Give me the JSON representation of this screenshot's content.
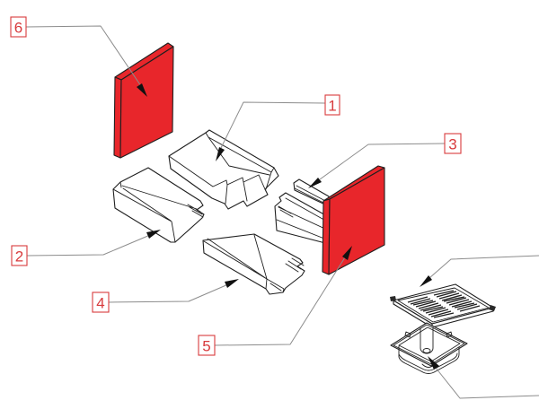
{
  "diagram": {
    "type": "exploded-parts-diagram",
    "callouts": [
      {
        "number": "1"
      },
      {
        "number": "2"
      },
      {
        "number": "3"
      },
      {
        "number": "4"
      },
      {
        "number": "5"
      },
      {
        "number": "6"
      }
    ],
    "unlabeled_leaders": 2,
    "colors": {
      "highlight_red": "#e8262b",
      "label_red": "#d83b3d",
      "line_gray": "#8c8c8c",
      "outline_black": "#1f1f1f",
      "background": "#ffffff"
    }
  }
}
